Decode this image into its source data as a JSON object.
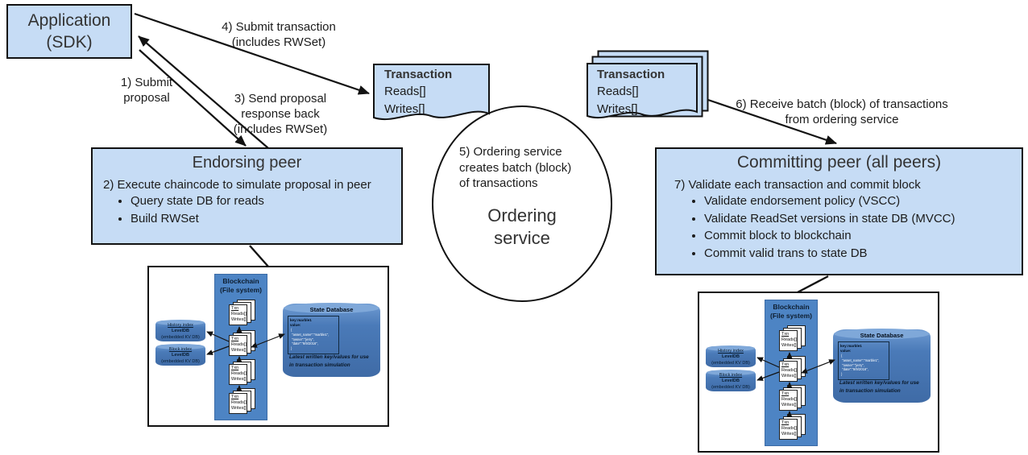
{
  "colors": {
    "box_fill": "#c6dcf5",
    "box_border": "#121212",
    "inner_blue": "#4d84c4",
    "cylinder_blue": "#4a7ab8",
    "text": "#1c1c1c"
  },
  "application": {
    "title": "Application\n(SDK)"
  },
  "steps": {
    "s1": "1) Submit\nproposal",
    "s3": "3) Send proposal\nresponse back\n(includes RWSet)",
    "s4": "4) Submit transaction\n(includes RWSet)",
    "s5": "5) Ordering service\ncreates batch (block)\nof transactions",
    "s6": "6) Receive batch (block) of transactions\nfrom ordering service"
  },
  "transaction_doc": {
    "title": "Transaction",
    "reads": "Reads[]",
    "writes": "Writes[]"
  },
  "ordering_service": {
    "name": "Ordering\nservice"
  },
  "endorsing_peer": {
    "title": "Endorsing peer",
    "step": "2) Execute chaincode to simulate proposal in peer",
    "bullets": [
      "Query state DB for reads",
      "Build RWSet"
    ]
  },
  "committing_peer": {
    "title": "Committing peer (all peers)",
    "step": "7) Validate each transaction and commit block",
    "bullets": [
      "Validate endorsement policy (VSCC)",
      "Validate ReadSet versions in state DB (MVCC)",
      "Commit block to blockchain",
      "Commit valid trans to state DB"
    ]
  },
  "peer_storage": {
    "blockchain": "Blockchain\n(File system)",
    "txn": {
      "title": "Txn",
      "reads": "Reads[]",
      "writes": "Writes[]"
    },
    "history_index": {
      "name": "History index",
      "engine": "LevelDB",
      "note": "(embedded KV DB)"
    },
    "block_index": {
      "name": "Block index",
      "engine": "LevelDB",
      "note": "(embedded KV DB)"
    },
    "state_database": {
      "title": "State Database",
      "record": {
        "key": "key:marble1",
        "value_label": "value:",
        "body": "{\n \"asset_name\":\"marble1\",\n \"owner\":\"jerry\",\n \"date\":\"9/9/2016\",\n}"
      },
      "caption": "Latest written key/values for use\nin transaction simulation"
    }
  }
}
